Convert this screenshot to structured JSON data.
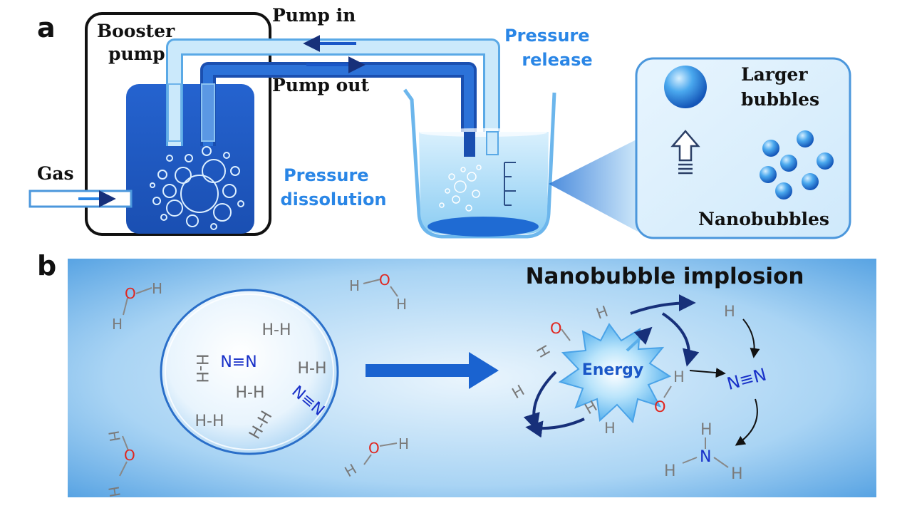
{
  "panel_a": {
    "label": "a",
    "booster_pump": [
      "Booster",
      "pump"
    ],
    "pump_in": "Pump in",
    "pump_out": "Pump out",
    "pressure_release": [
      "Pressure",
      "release"
    ],
    "gas": "Gas",
    "pressure_dissolution": [
      "Pressure",
      "dissolution"
    ],
    "larger_bubbles": [
      "Larger",
      "bubbles"
    ],
    "nanobubbles": "Nanobubbles"
  },
  "panel_b": {
    "label": "b",
    "title": "Nanobubble implosion",
    "energy": "Energy",
    "atoms": {
      "h": "H",
      "o": "O",
      "n": "N"
    },
    "h2": "H-H",
    "n2": "N≡N"
  },
  "colors": {
    "blue_dark": "#1a57c7",
    "blue_label": "#2a86e6",
    "oxygen": "#e0261f",
    "nitrogen": "#1830c8",
    "hydrogen": "#7a7a7a",
    "arrow_navy": "#17307a"
  }
}
